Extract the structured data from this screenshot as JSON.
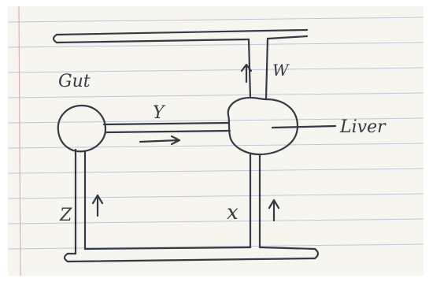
{
  "labels": {
    "gut": "Gut",
    "liver": "Liver",
    "w": "W",
    "y": "Y",
    "z": "Z",
    "x": "x"
  },
  "colors": {
    "paper": "#f7f5ef",
    "ink": "#353a44",
    "rule_line": "#bcc9d6",
    "margin_line": "#d9b2b7"
  },
  "icons": [
    "arrow-up-icon",
    "arrow-right-icon"
  ]
}
